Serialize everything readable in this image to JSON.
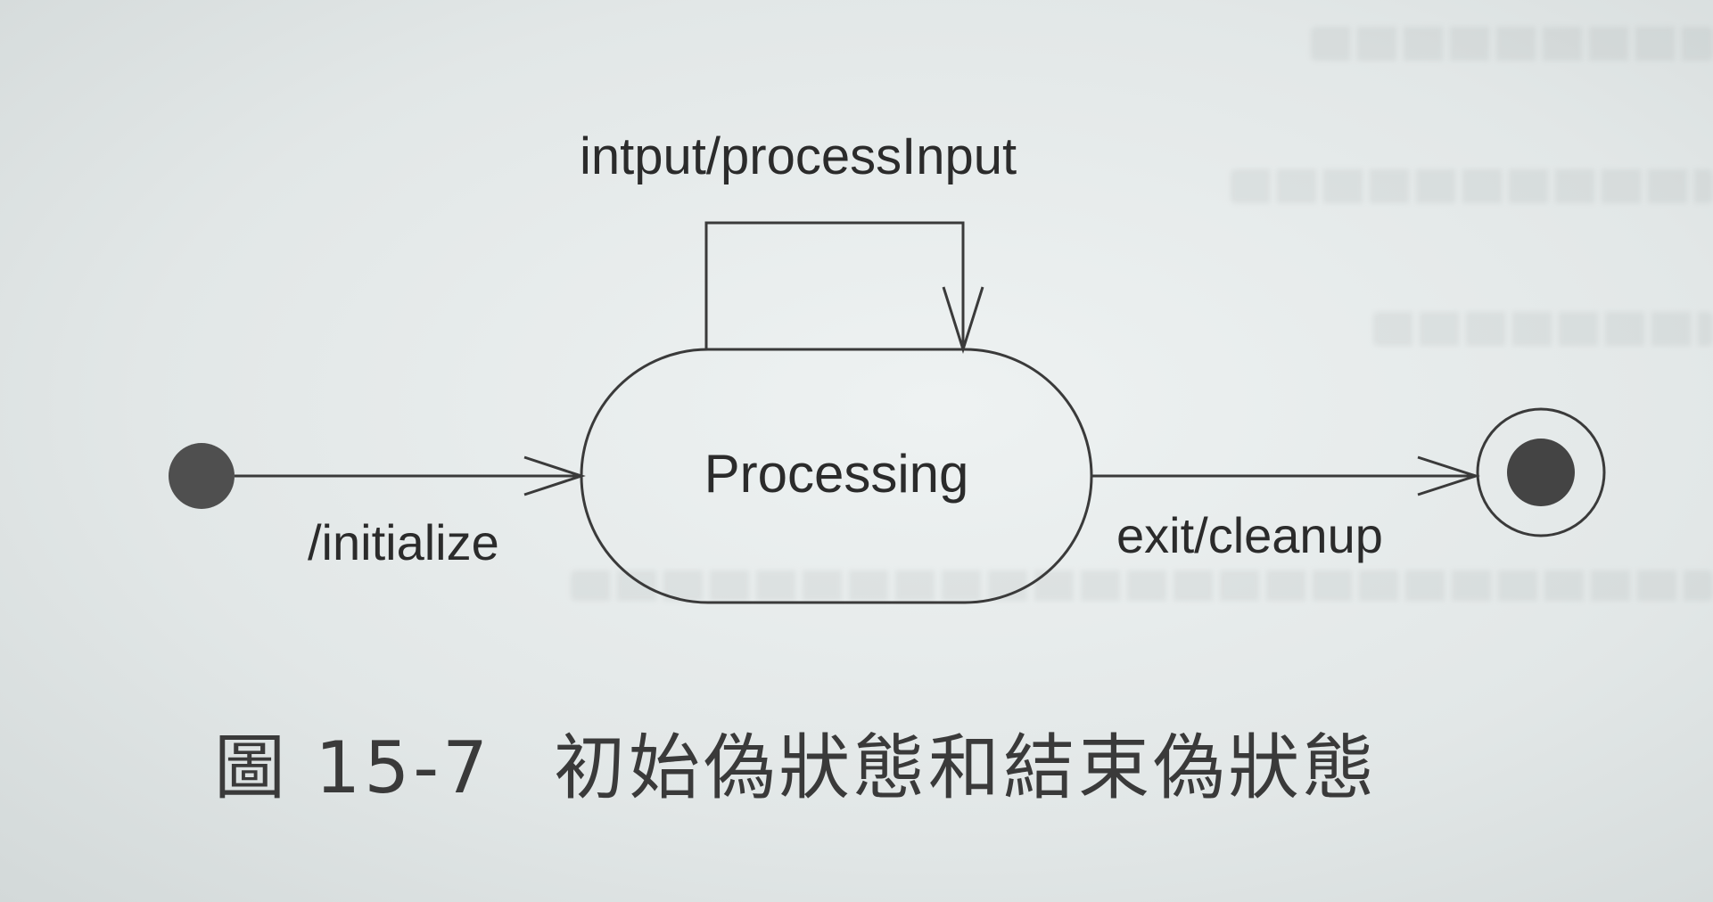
{
  "diagram": {
    "self_transition_label": "intput/processInput",
    "initial_transition_label": "/initialize",
    "final_transition_label": "exit/cleanup",
    "state_name": "Processing",
    "node_fill": "#4a4a4a",
    "line_color": "#3a3a3a"
  },
  "caption": {
    "number": "圖 15-7",
    "title": "初始偽狀態和結束偽狀態"
  }
}
